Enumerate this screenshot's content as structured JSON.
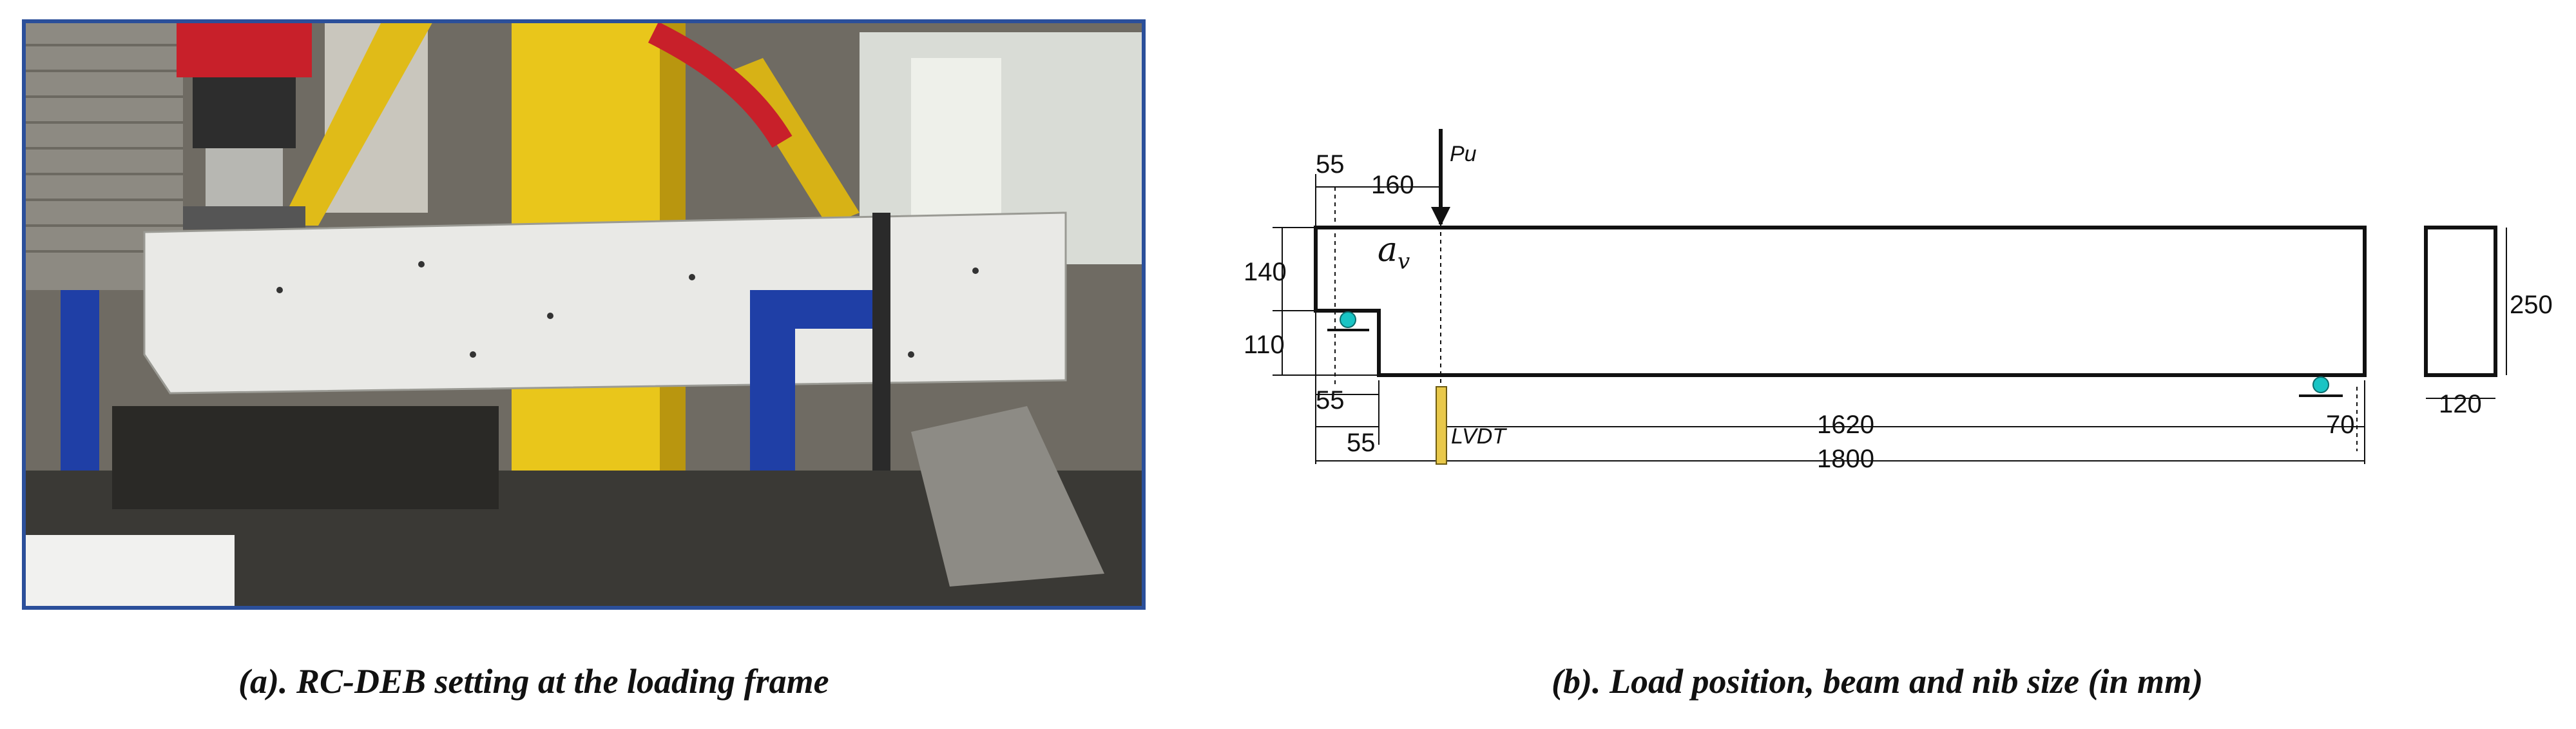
{
  "captions": {
    "a": "(a). RC-DEB setting at the loading frame",
    "b": "(b). Load position, beam and nib size (in mm)"
  },
  "diagram": {
    "load_label": "Pu",
    "shear_span_label": "a",
    "shear_span_subscript": "v",
    "sensor_label": "LVDT",
    "dimensions": {
      "nib_top_width": "55",
      "load_offset": "160",
      "nib_height": "140",
      "beam_depth_at_nib": "110",
      "nib_bottom_width": "55",
      "nib_to_lvdt": "55",
      "main_span": "1620",
      "support_offset": "70",
      "total_length": "1800",
      "section_depth": "250",
      "section_width": "120"
    }
  },
  "colors": {
    "support_marker": "#19c4c4",
    "lvdt": "#e8c84a",
    "photo_frame": "#2b4f9a",
    "beam_paint": "#e9e9e6",
    "clamp": "#1f3fa6",
    "frame_yellow": "#e9c61b",
    "jack_red": "#c8202a"
  }
}
